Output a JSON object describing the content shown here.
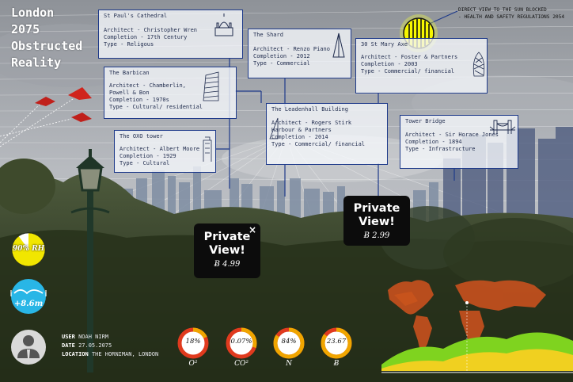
{
  "title": [
    "London",
    "2075",
    "Obstructed",
    "Reality"
  ],
  "buildings": [
    {
      "name": "St Paul's Cathedral",
      "lines": [
        "Architect - Christopher Wren",
        "Completion - 17th Century",
        "Type - Religous"
      ]
    },
    {
      "name": "The Shard",
      "lines": [
        "Architect - Renzo Piano",
        "Completion - 2012",
        "Type - Commercial"
      ]
    },
    {
      "name": "30 St Mary Axe",
      "lines": [
        "Architect - Foster & Partners",
        "Completion - 2003",
        "Type - Commercial/ financial"
      ]
    },
    {
      "name": "The Barbican",
      "lines": [
        "Architect - Chamberlin,",
        "Powell & Bon",
        "Completion - 1970s",
        "Type - Cultural/ residential"
      ]
    },
    {
      "name": "The Leadenhall Building",
      "lines": [
        "Architect - Rogers Stirk",
        "Harbour & Partners",
        "Completion - 2014",
        "Type - Commercial/ financial"
      ]
    },
    {
      "name": "Tower Bridge",
      "lines": [
        "Architect - Sir Horace Jones",
        "Completion - 1894",
        "Type - Infrastructure"
      ]
    },
    {
      "name": "The OXO tower",
      "lines": [
        "Architect - Albert Moore",
        "Completion - 1929",
        "Type - Cultural"
      ]
    }
  ],
  "sun_note": [
    "DIRECT VIEW TO THE SUN BLOCKED",
    "- HEALTH AND SAFETY REGULATIONS 2054"
  ],
  "private_views": [
    {
      "label_1": "Private",
      "label_2": "View!",
      "price": "Ƀ 4.99",
      "close": "×"
    },
    {
      "label_1": "Private",
      "label_2": "View!",
      "price": "Ƀ 2.99"
    }
  ],
  "humidity": {
    "label": "90% RH",
    "value": 0.9
  },
  "sea_level": {
    "label": "+8.6m"
  },
  "user": {
    "user_label": "USER",
    "user": "NOAH NIRM",
    "date_label": "DATE",
    "date": "27.05.2075",
    "location_label": "LOCATION",
    "location": "THE HORNIMAN, LONDON"
  },
  "stats": [
    {
      "value": "18%",
      "label": "O²",
      "fill": 0.18
    },
    {
      "value": "0.07%",
      "label": "CO²",
      "fill": 0.3
    },
    {
      "value": "84%",
      "label": "N",
      "fill": 0.84
    },
    {
      "value": "23.67",
      "label": "Ƀ",
      "fill": 0.85
    }
  ],
  "colors": {
    "gauge_orange": "#f0a500",
    "gauge_red": "#e03a1e",
    "card_border": "#1e3a8a",
    "chart_green": "#7fd31f",
    "chart_yellow": "#f0d020"
  }
}
